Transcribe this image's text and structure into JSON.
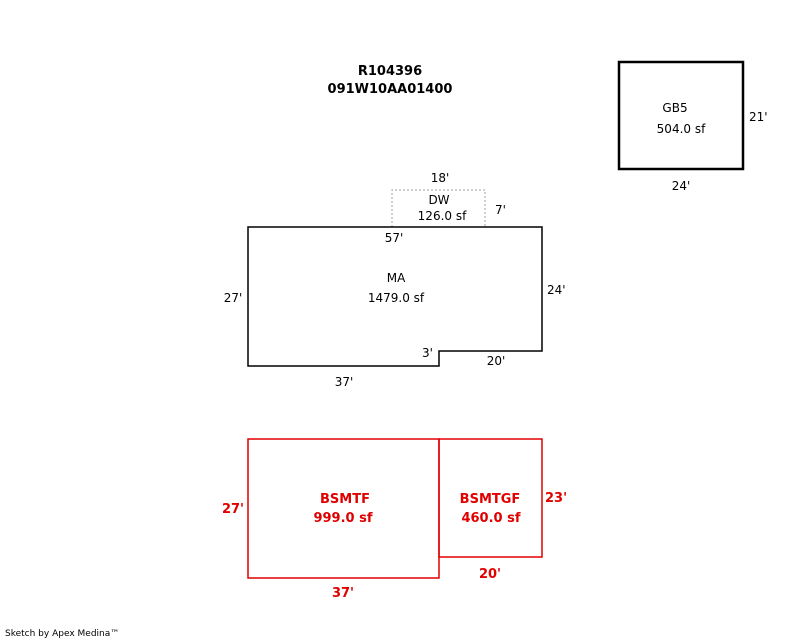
{
  "header": {
    "account": "R104396",
    "map_tax_lot": "091W10AA01400"
  },
  "colors": {
    "outline": "#000000",
    "basement": "#e00000",
    "driveway": "#a0a0a0"
  },
  "areas": {
    "gb5": {
      "code": "GB5",
      "area": "504.0 sf",
      "dim_height": "21'",
      "dim_width": "24'"
    },
    "dw": {
      "code": "DW",
      "area": "126.0 sf",
      "dim_width": "18'",
      "dim_height": "7'"
    },
    "ma": {
      "code": "MA",
      "area": "1479.0 sf",
      "dim_top": "57'",
      "dim_left": "27'",
      "dim_right": "24'",
      "dim_bottom": "37'",
      "dim_notch": "3'",
      "dim_bottom_right": "20'"
    },
    "bsmtf": {
      "code": "BSMTF",
      "area": "999.0 sf",
      "dim_left": "27'",
      "dim_bottom": "37'"
    },
    "bsmtgf": {
      "code": "BSMTGF",
      "area": "460.0 sf",
      "dim_right": "23'",
      "dim_bottom": "20'"
    }
  },
  "footer": {
    "credit": "Sketch by Apex Medina™"
  }
}
